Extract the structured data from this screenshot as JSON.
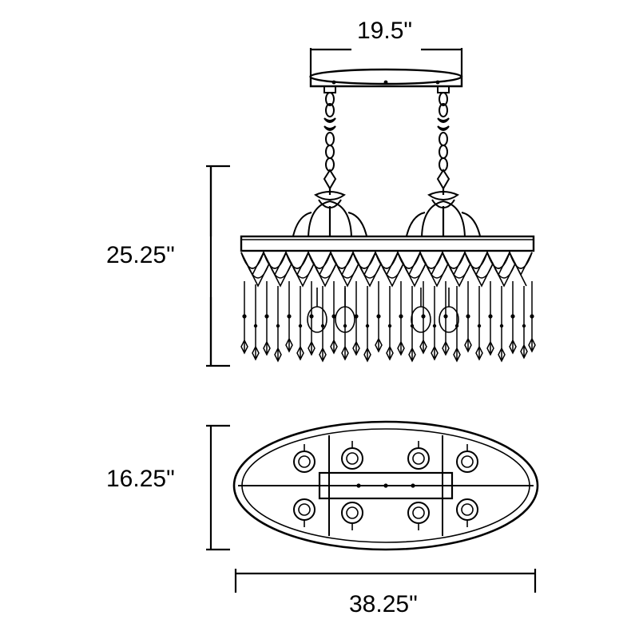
{
  "diagram": {
    "title": "Chandelier dimension diagram",
    "views": [
      {
        "name": "front-elevation",
        "description": "Front elevation of oval crystal chandelier with chain suspension"
      },
      {
        "name": "top-plan",
        "description": "Top plan view showing oval frame with eight sockets"
      }
    ],
    "dimensions": {
      "canopy_width": "19.5\"",
      "fixture_height": "25.25\"",
      "fixture_depth": "16.25\"",
      "fixture_width": "38.25\""
    },
    "colors": {
      "line": "#000000",
      "background": "#ffffff"
    }
  }
}
